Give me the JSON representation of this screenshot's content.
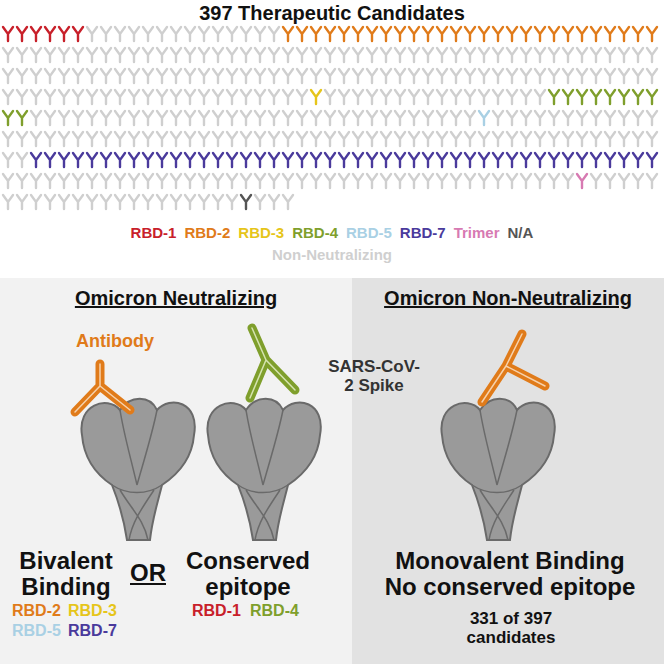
{
  "diagram": {
    "title": "397 Therapeutic Candidates",
    "nodes": [
      {
        "text": [
          "Omicron Neutralizing"
        ]
      },
      {
        "text": [
          "Omicron Non-Neutralizing"
        ]
      }
    ],
    "labels": [
      "Antibody",
      "SARS-CoV-2 Spike",
      "Bivalent Binding",
      "OR",
      "Conserved epitope",
      "RBD-2",
      "RBD-3",
      "RBD-5",
      "RBD-7",
      "RBD-1",
      "RBD-4",
      "Monovalent Binding No conserved epitope",
      "331 of 397 candidates"
    ],
    "legend": [
      {
        "text": "RBD-1",
        "color": "#c8202a"
      },
      {
        "text": "RBD-2",
        "color": "#e07b1a"
      },
      {
        "text": "RBD-3",
        "color": "#e6c51a"
      },
      {
        "text": "RBD-4",
        "color": "#7f9f2c"
      },
      {
        "text": "RBD-5",
        "color": "#a9d0e4"
      },
      {
        "text": "RBD-7",
        "color": "#4a3a9c"
      },
      {
        "text": "Trimer",
        "color": "#d77ab2"
      },
      {
        "text": "N/A",
        "color": "#555555"
      },
      {
        "text": "Non-Neutralizing",
        "color": "#cfcfcf"
      }
    ]
  }
}
